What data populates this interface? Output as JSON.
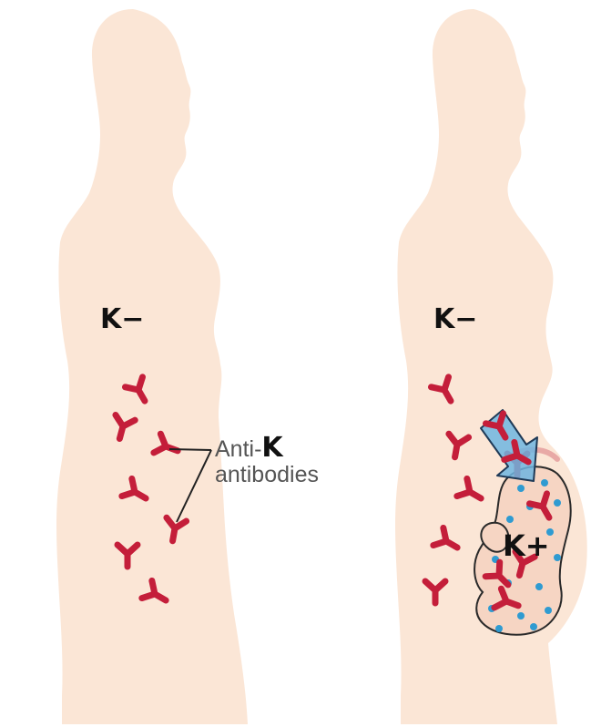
{
  "left_figure": {
    "label": "K−",
    "annotation": {
      "prefix": "Anti-",
      "k": "K",
      "line2": "antibodies"
    }
  },
  "right_figure": {
    "mother_label": "K−",
    "fetus_label": "K+"
  },
  "colors": {
    "skin": "#fbe6d6",
    "antibody": "#c41e3a",
    "fetal_cell": "#2f9bd1",
    "arrow": "#6fb5e0",
    "outline": "#2a2a2a"
  },
  "icons": [
    "antibody-icon",
    "arrow-icon",
    "fetal-cell-icon"
  ]
}
